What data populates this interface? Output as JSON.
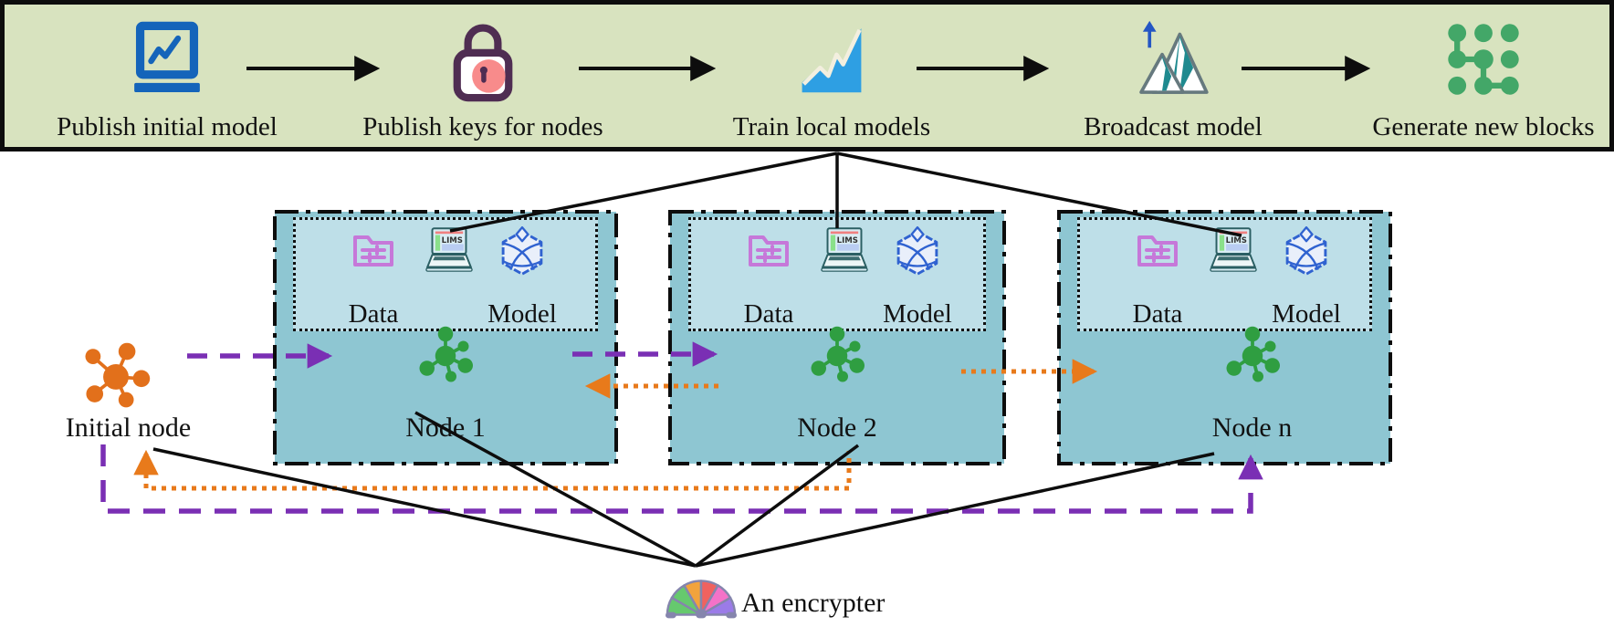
{
  "banner": {
    "steps": [
      {
        "label": "Publish initial model",
        "icon": "laptop-chart-icon"
      },
      {
        "label": "Publish keys for nodes",
        "icon": "lock-icon"
      },
      {
        "label": "Train local models",
        "icon": "train-chart-icon"
      },
      {
        "label": "Broadcast model",
        "icon": "mountain-broadcast-icon"
      },
      {
        "label": "Generate new blocks",
        "icon": "blocks-icon"
      }
    ]
  },
  "nodes": [
    {
      "name": "Node 1",
      "data_label": "Data",
      "model_label": "Model",
      "screen_text": "LIMS"
    },
    {
      "name": "Node 2",
      "data_label": "Data",
      "model_label": "Model",
      "screen_text": "LIMS"
    },
    {
      "name": "Node n",
      "data_label": "Data",
      "model_label": "Model",
      "screen_text": "LIMS"
    }
  ],
  "initial_node": {
    "label": "Initial node"
  },
  "encrypter": {
    "label": "An encrypter"
  },
  "colors": {
    "banner_bg": "#d8e3bf",
    "node_box_bg": "#8ec6d2",
    "node_box_inner_bg": "#bedfe8",
    "purple_arrow": "#7a2fb4",
    "orange_arrow": "#e87a1b",
    "molecule_green": "#2f9e41",
    "initial_node_orange": "#e2701b",
    "blocks_green": "#43a768",
    "banner_blue": "#1464ba",
    "chart_blue": "#2e9fe3",
    "model_blue": "#2f62d0",
    "folder_purple": "#c678d9",
    "lock_outline": "#4f2d52",
    "lock_pink": "#f88b8b"
  }
}
